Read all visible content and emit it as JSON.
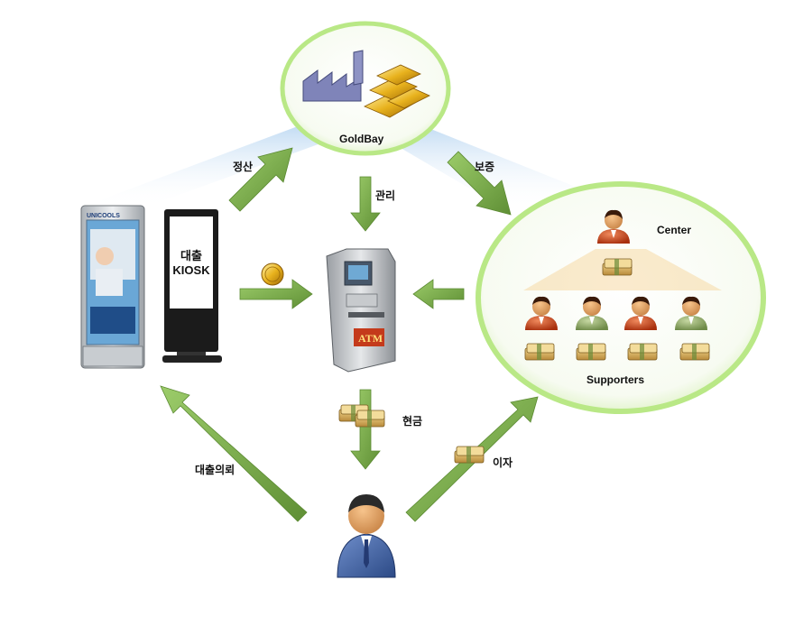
{
  "nodes": {
    "goldbay": "GoldBay",
    "kiosk_line1": "대출",
    "kiosk_line2": "KIOSK",
    "fridge_brand": "UNICOOLS",
    "atm": "ATM",
    "center": "Center",
    "supporters": "Supporters"
  },
  "flows": {
    "settlement": "정산",
    "management": "관리",
    "guarantee": "보증",
    "cash": "현금",
    "loan_request": "대출의뢰",
    "interest": "이자"
  },
  "colors": {
    "arrow": "#7fae4e",
    "ellipse_border": "#b9e886",
    "person_red": "#c8441e",
    "person_green": "#8ea86a",
    "person_blue": "#3a5b9c",
    "gold": "#e1a816"
  }
}
